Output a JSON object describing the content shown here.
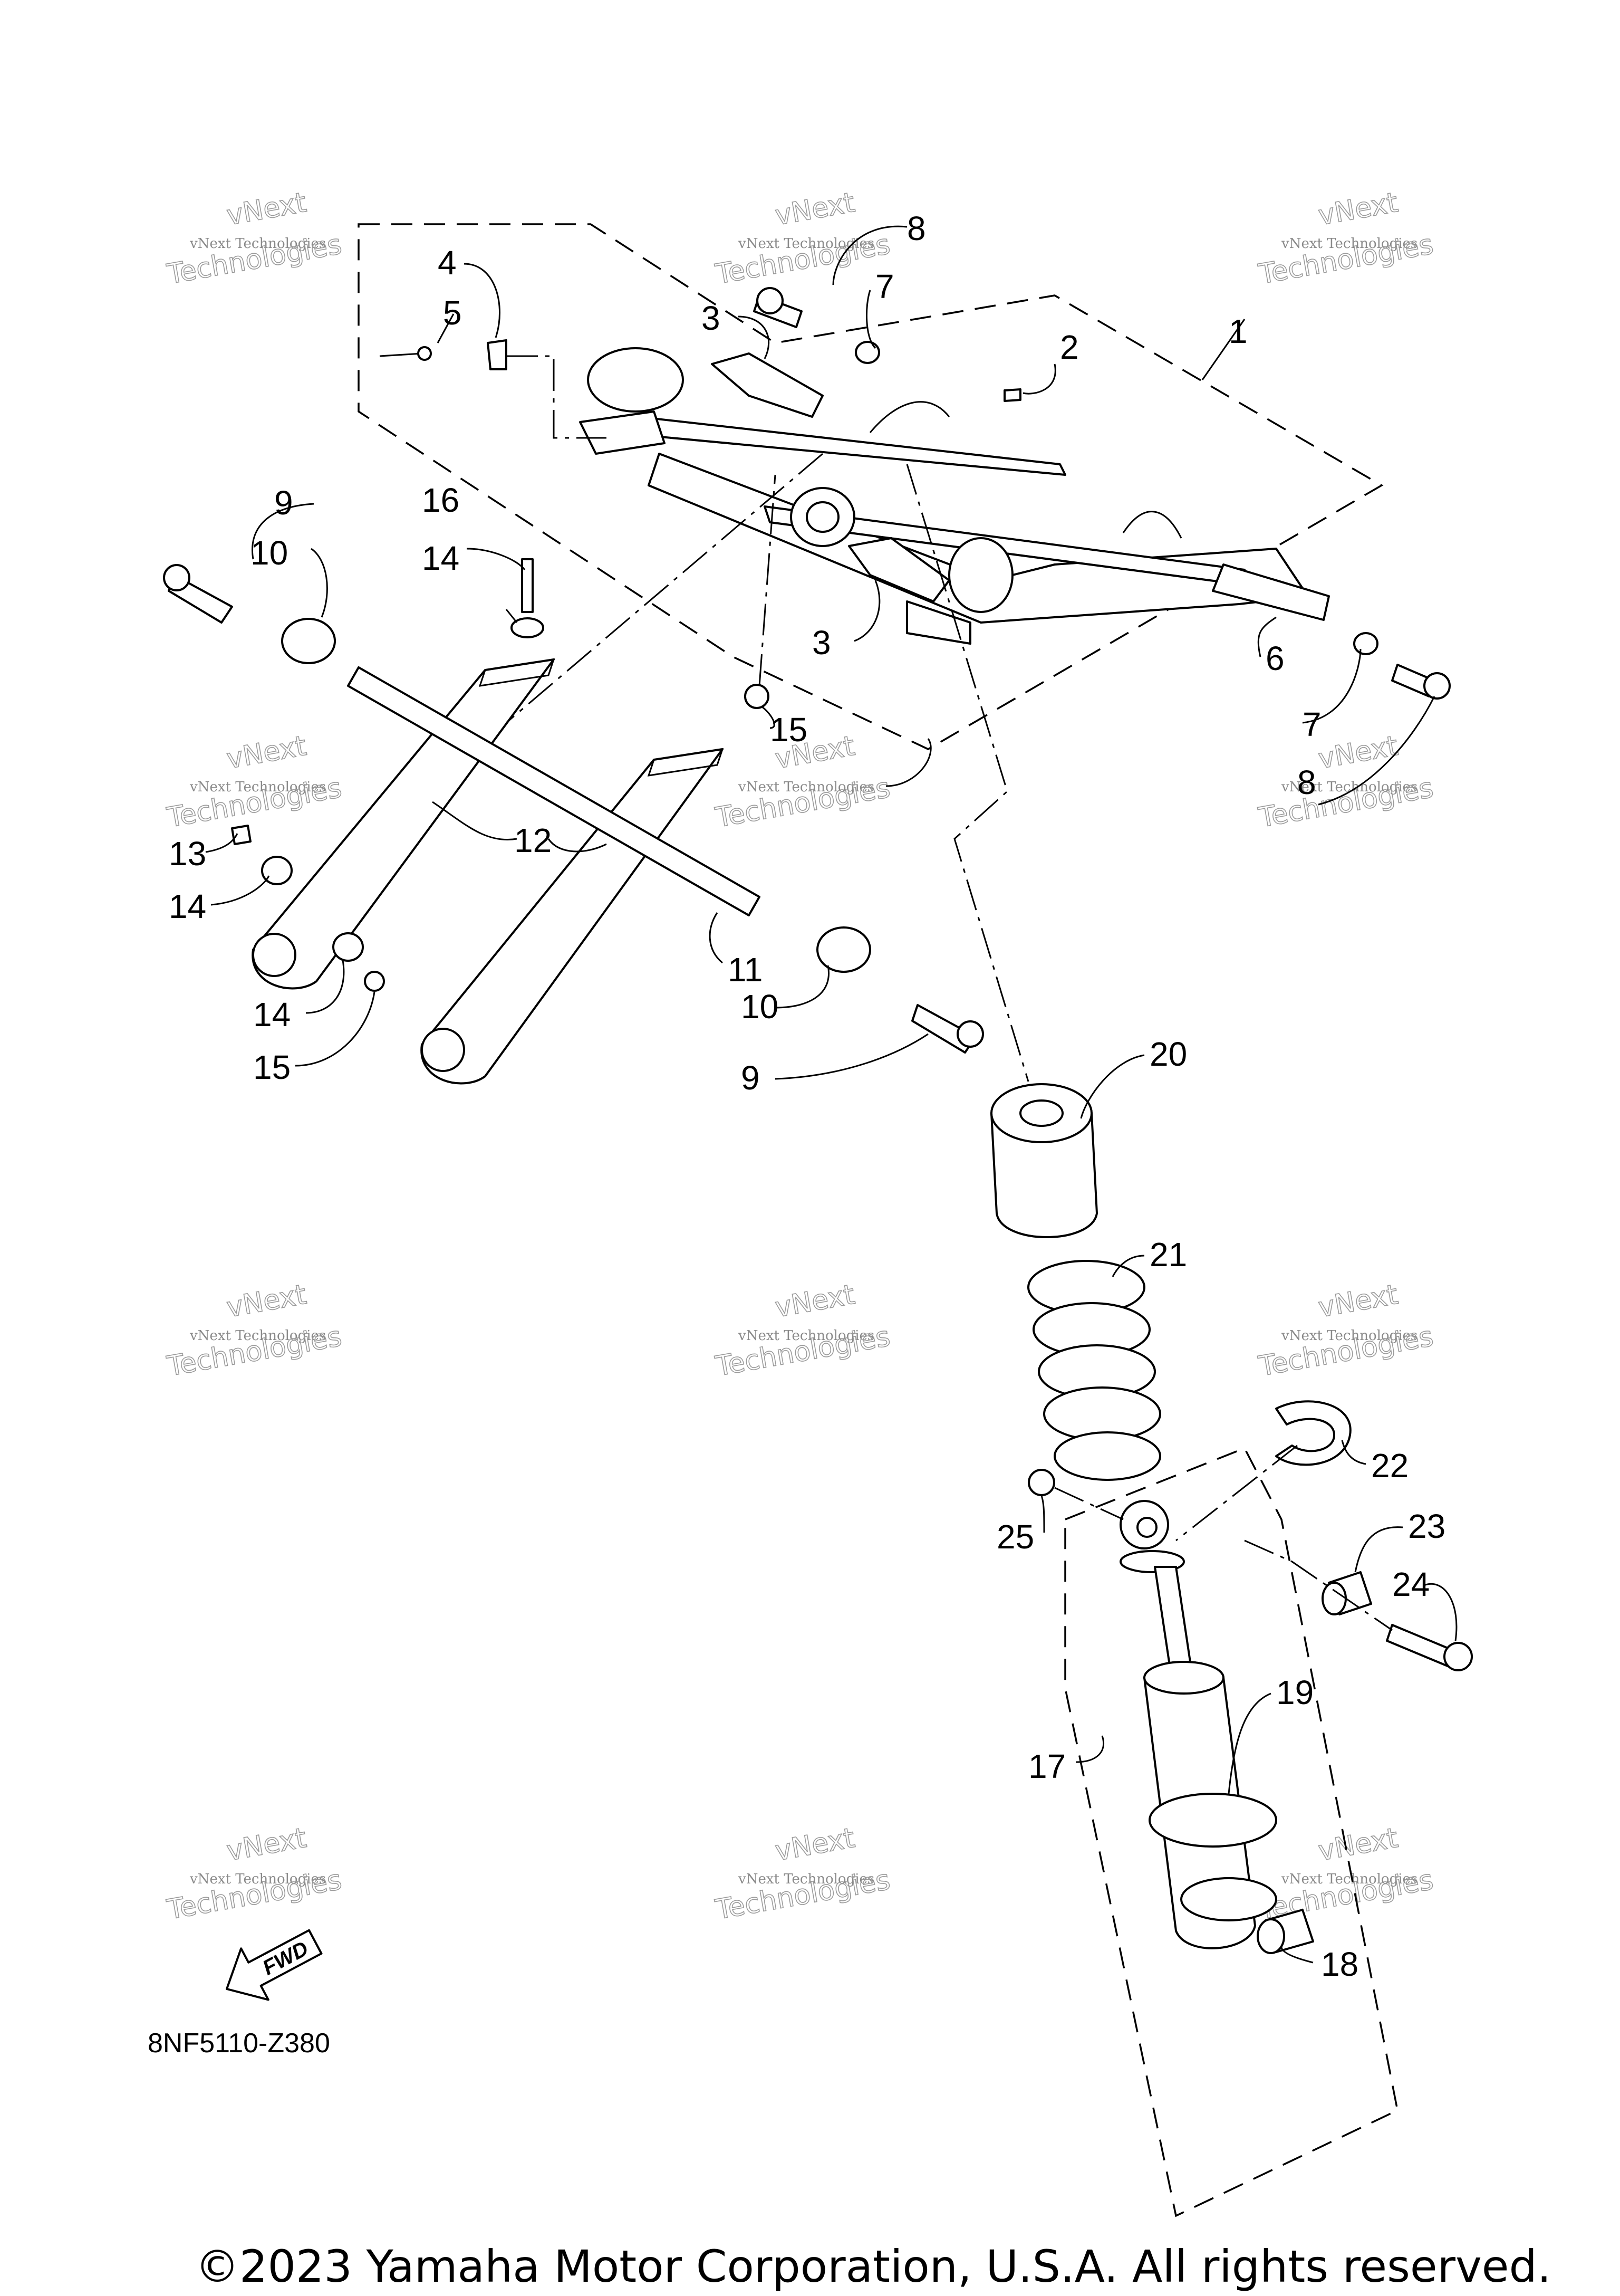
{
  "diagram": {
    "callouts": [
      {
        "id": "c1",
        "label": "1"
      },
      {
        "id": "c2",
        "label": "2"
      },
      {
        "id": "c3a",
        "label": "3"
      },
      {
        "id": "c3b",
        "label": "3"
      },
      {
        "id": "c4",
        "label": "4"
      },
      {
        "id": "c5",
        "label": "5"
      },
      {
        "id": "c6",
        "label": "6"
      },
      {
        "id": "c7a",
        "label": "7"
      },
      {
        "id": "c7b",
        "label": "7"
      },
      {
        "id": "c8a",
        "label": "8"
      },
      {
        "id": "c8b",
        "label": "8"
      },
      {
        "id": "c9a",
        "label": "9"
      },
      {
        "id": "c9b",
        "label": "9"
      },
      {
        "id": "c10a",
        "label": "10"
      },
      {
        "id": "c10b",
        "label": "10"
      },
      {
        "id": "c11",
        "label": "11"
      },
      {
        "id": "c12",
        "label": "12"
      },
      {
        "id": "c13",
        "label": "13"
      },
      {
        "id": "c14a",
        "label": "14"
      },
      {
        "id": "c14b",
        "label": "14"
      },
      {
        "id": "c14c",
        "label": "14"
      },
      {
        "id": "c15a",
        "label": "15"
      },
      {
        "id": "c15b",
        "label": "15"
      },
      {
        "id": "c16",
        "label": "16"
      },
      {
        "id": "c17",
        "label": "17"
      },
      {
        "id": "c18",
        "label": "18"
      },
      {
        "id": "c19",
        "label": "19"
      },
      {
        "id": "c20",
        "label": "20"
      },
      {
        "id": "c21",
        "label": "21"
      },
      {
        "id": "c22",
        "label": "22"
      },
      {
        "id": "c23",
        "label": "23"
      },
      {
        "id": "c24",
        "label": "24"
      },
      {
        "id": "c25",
        "label": "25"
      }
    ],
    "fwd_label": "FWD",
    "diagram_code": "8NF5110-Z380",
    "copyright": "©2023 Yamaha Motor Corporation, U.S.A. All rights reserved.",
    "watermark": {
      "small": "vNext Technologies",
      "big": "Technologies",
      "top": "vNext"
    }
  }
}
